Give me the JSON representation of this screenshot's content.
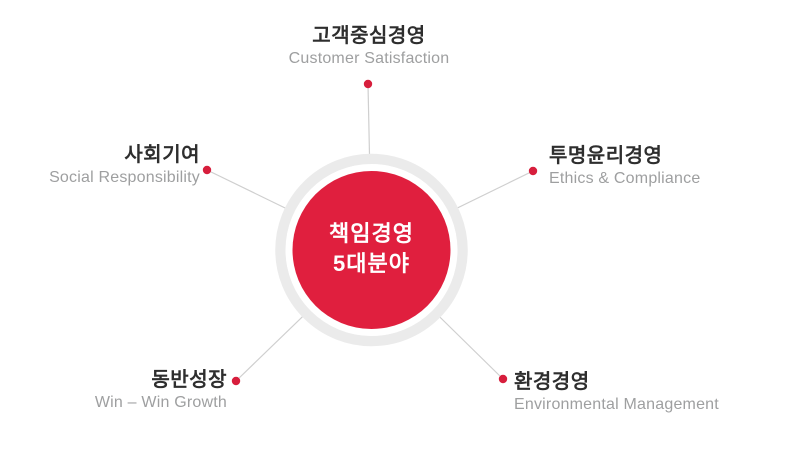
{
  "diagram": {
    "center": {
      "line1": "책임경영",
      "line2": "5대분야"
    },
    "nodes": [
      {
        "id": "customer-satisfaction",
        "title": "고객중심경영",
        "subtitle": "Customer Satisfaction",
        "position": "top"
      },
      {
        "id": "social-responsibility",
        "title": "사회기여",
        "subtitle": "Social Responsibility",
        "position": "upper-left"
      },
      {
        "id": "ethics-compliance",
        "title": "투명윤리경영",
        "subtitle": "Ethics & Compliance",
        "position": "upper-right"
      },
      {
        "id": "win-win-growth",
        "title": "동반성장",
        "subtitle": "Win – Win Growth",
        "position": "lower-left"
      },
      {
        "id": "environmental-management",
        "title": "환경경영",
        "subtitle": "Environmental Management",
        "position": "lower-right"
      }
    ],
    "colors": {
      "circle_red": "#e01f3e",
      "dot_red": "#d71e3c",
      "ring_gray": "#ebebeb",
      "line_gray": "#cfcfcf",
      "title_text": "#2e2e2e",
      "subtitle_text": "#9e9fa0",
      "center_text": "#ffffff",
      "background": "#ffffff"
    }
  }
}
